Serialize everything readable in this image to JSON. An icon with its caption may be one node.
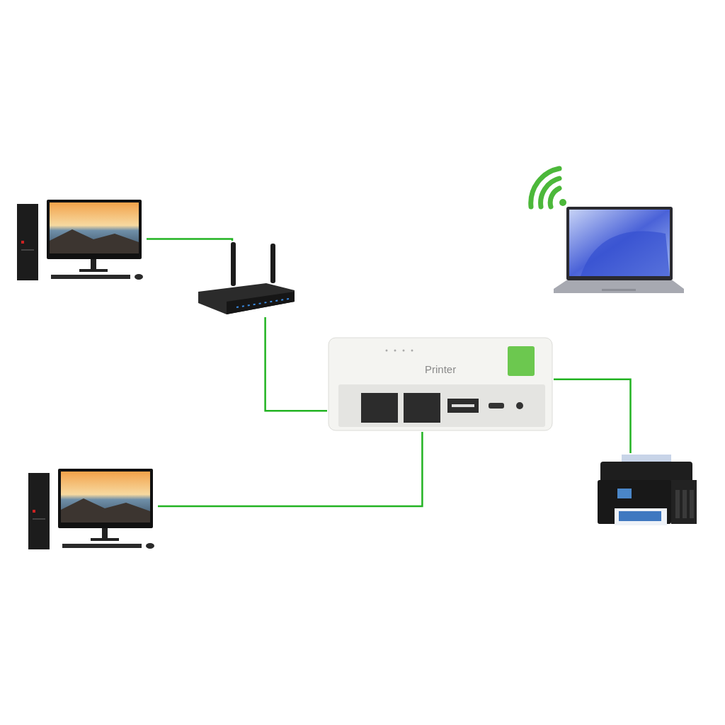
{
  "diagram": {
    "nodes": [
      {
        "text": [],
        "shape": "picture"
      },
      {
        "text": [],
        "shape": "picture"
      },
      {
        "text": [
          "Printer"
        ]
      },
      {
        "text": [],
        "shape": "picture"
      },
      {
        "text": [],
        "shape": "picture"
      },
      {
        "text": [],
        "shape": "picture"
      }
    ],
    "edges": [
      {
        "from": 0,
        "to": 1,
        "arrow": "none"
      },
      {
        "from": 1,
        "to": 2,
        "arrow": "none"
      },
      {
        "from": 3,
        "to": 2,
        "arrow": "none"
      },
      {
        "from": 2,
        "to": 4,
        "arrow": "none"
      }
    ]
  }
}
